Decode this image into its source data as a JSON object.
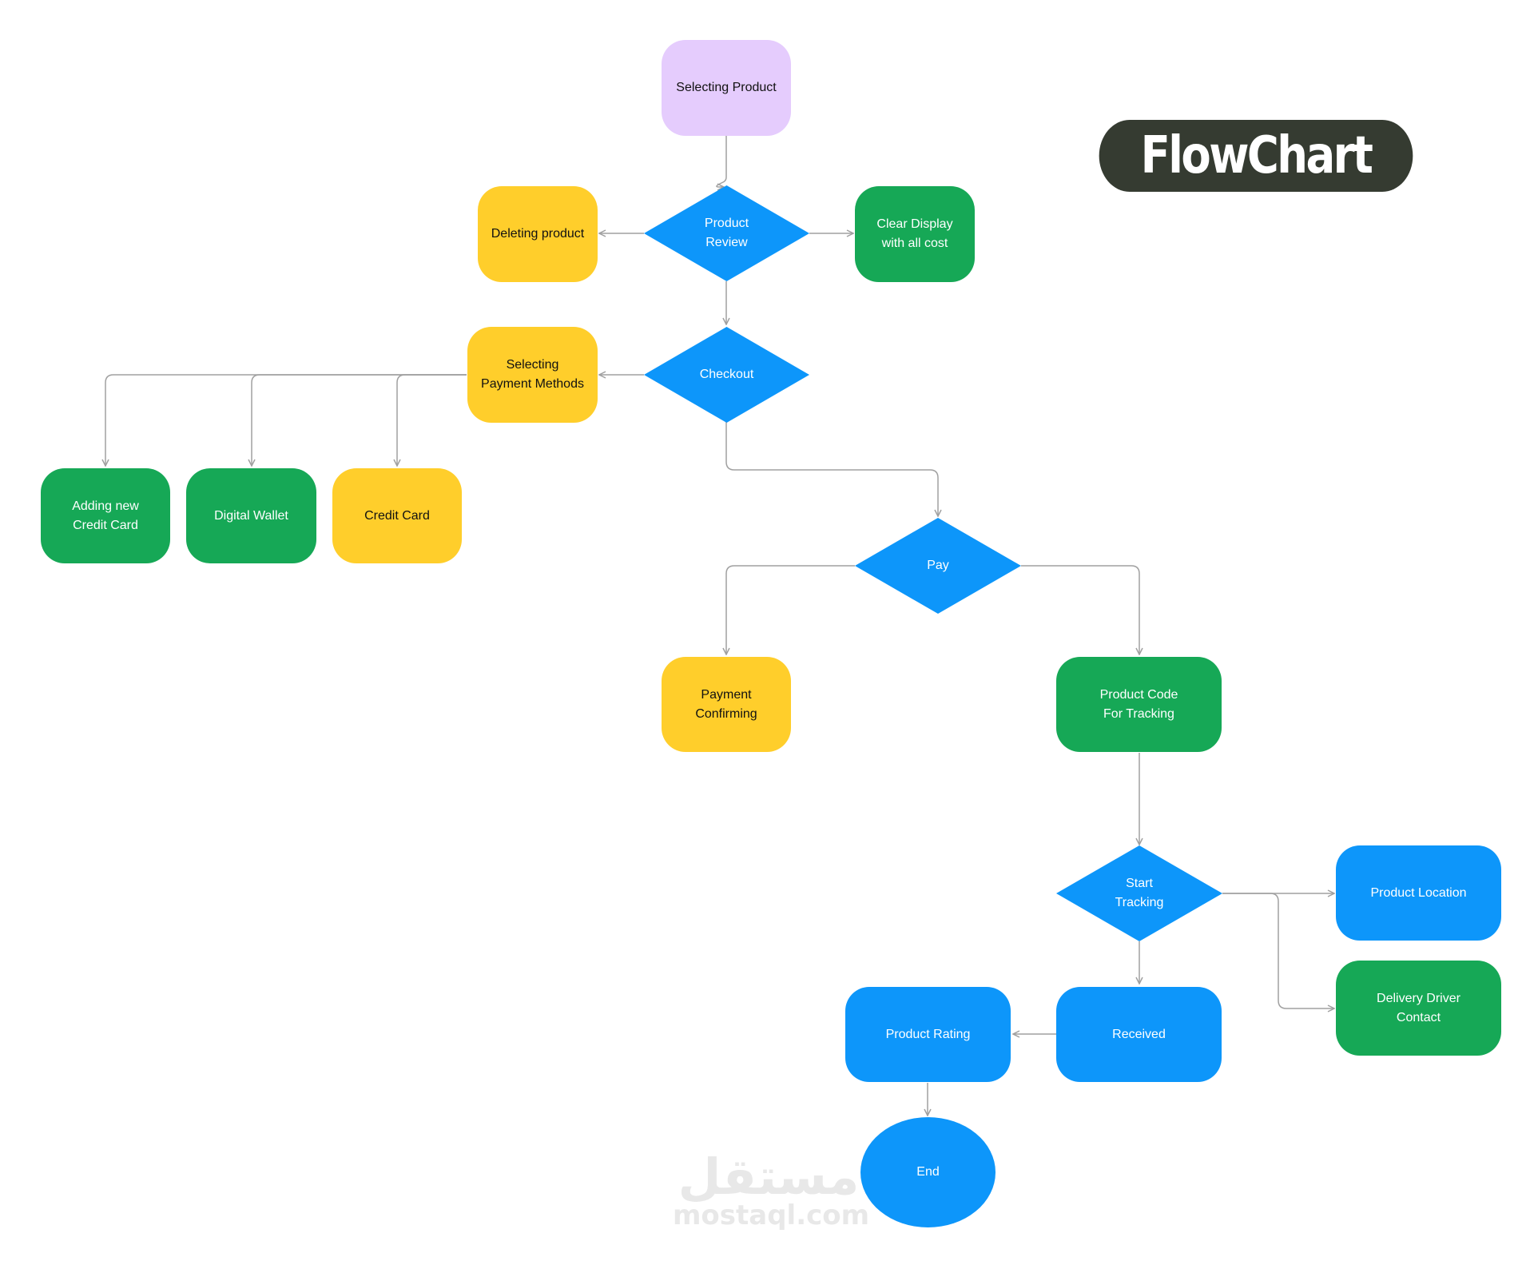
{
  "title": "FlowChart",
  "colors": {
    "purple": "#E5CCFD",
    "yellow": "#FFCE2B",
    "green": "#16A856",
    "blue": "#0D96FA",
    "title_pill": "#353B31",
    "connector": "#A0A0A0"
  },
  "nodes": {
    "selecting_product": "Selecting Product",
    "product_review": "Product\nReview",
    "deleting_product": "Deleting product",
    "clear_display": "Clear Display\nwith all cost",
    "checkout": "Checkout",
    "selecting_payment": "Selecting\nPayment Methods",
    "adding_card": "Adding new\nCredit Card",
    "digital_wallet": "Digital Wallet",
    "credit_card": "Credit Card",
    "pay": "Pay",
    "payment_confirming": "Payment\nConfirming",
    "product_code": "Product Code\nFor Tracking",
    "start_tracking": "Start\nTracking",
    "product_location": "Product Location",
    "delivery_driver": "Delivery Driver\nContact",
    "received": "Received",
    "product_rating": "Product Rating",
    "end": "End"
  },
  "watermark": {
    "arabic": "مستقل",
    "latin": "mostaql.com"
  }
}
